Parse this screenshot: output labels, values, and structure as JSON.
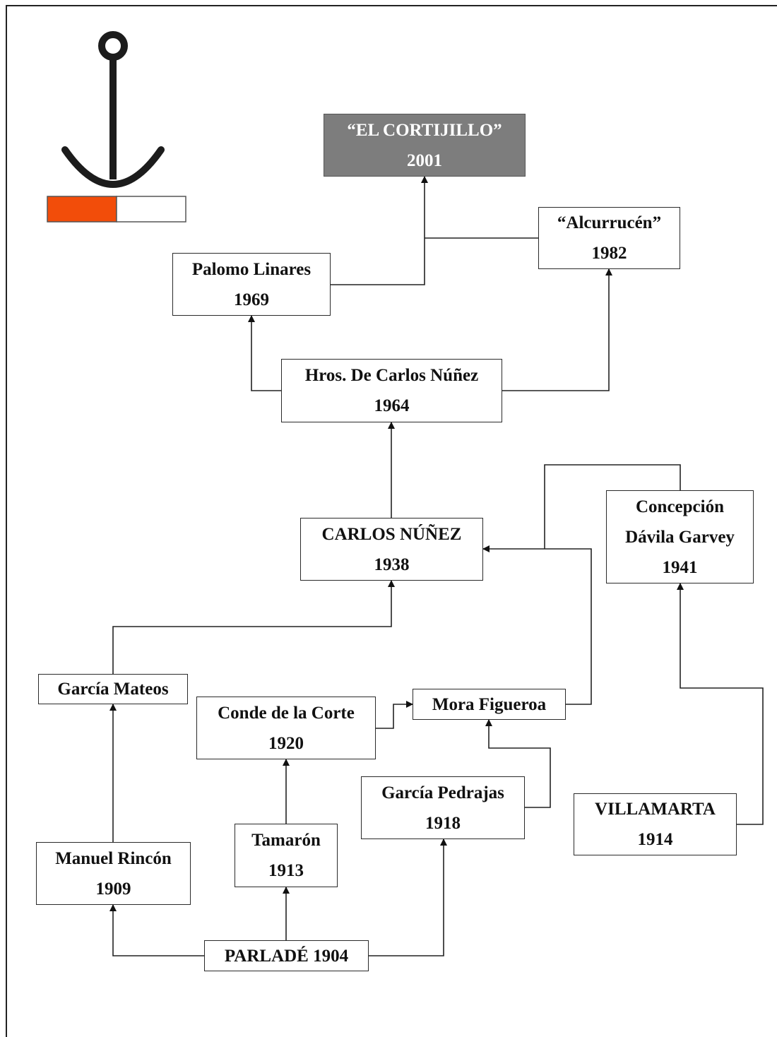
{
  "diagram": {
    "root": {
      "line1": "“EL CORTIJILLO”",
      "line2": "2001",
      "fill": "#7d7d7d",
      "text_color": "#ffffff"
    },
    "nodes": {
      "alcurrucen": {
        "line1": "“Alcurrucén”",
        "line2": "1982"
      },
      "palomo": {
        "line1": "Palomo Linares",
        "line2": "1969"
      },
      "hros": {
        "line1": "Hros. De Carlos Núñez",
        "line2": "1964"
      },
      "concepcion": {
        "line1": "Concepción",
        "line2": "Dávila Garvey",
        "line3": "1941"
      },
      "carlos": {
        "line1": "CARLOS NÚÑEZ",
        "line2": "1938"
      },
      "garcia_mateos": {
        "line1": "García Mateos"
      },
      "conde": {
        "line1": "Conde de la Corte",
        "line2": "1920"
      },
      "mora": {
        "line1": "Mora Figueroa"
      },
      "garcia_pedrajas": {
        "line1": "García Pedrajas",
        "line2": "1918"
      },
      "villamarta": {
        "line1": "VILLAMARTA",
        "line2": "1914"
      },
      "tamaron": {
        "line1": "Tamarón",
        "line2": "1913"
      },
      "rincon": {
        "line1": "Manuel Rincón",
        "line2": "1909"
      },
      "parlade": {
        "line1": "PARLADÉ 1904"
      }
    }
  },
  "emblem": {
    "icon": "anchor-icon",
    "anchor_color": "#1c1c1c",
    "bar_colors": [
      "#f24d0a",
      "#ffffff"
    ]
  }
}
